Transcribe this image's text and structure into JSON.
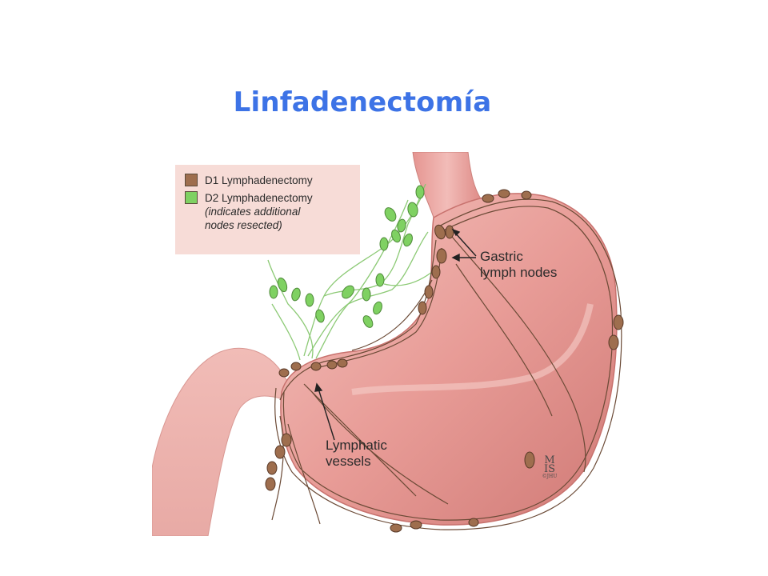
{
  "slide": {
    "title": "Linfadenectomía"
  },
  "legend": {
    "d1_label": "D1 Lymphadenectomy",
    "d2_label": "D2 Lymphadenectomy",
    "d2_note_line1": "(indicates additional",
    "d2_note_line2": "nodes resected)"
  },
  "labels": {
    "gastric_line1": "Gastric",
    "gastric_line2": "lymph nodes",
    "vessels_line1": "Lymphatic",
    "vessels_line2": "vessels"
  },
  "signature": {
    "mark_top": "M",
    "mark_bottom": "IS",
    "copyright": "©JHU"
  },
  "colors": {
    "title": "#3d73e6",
    "stomach": "#e79a95",
    "d1_nodes": "#9e6e4e",
    "d2_nodes": "#7fd162",
    "vessels": "#6b4a36",
    "legend_bg": "#f7dcd7"
  }
}
